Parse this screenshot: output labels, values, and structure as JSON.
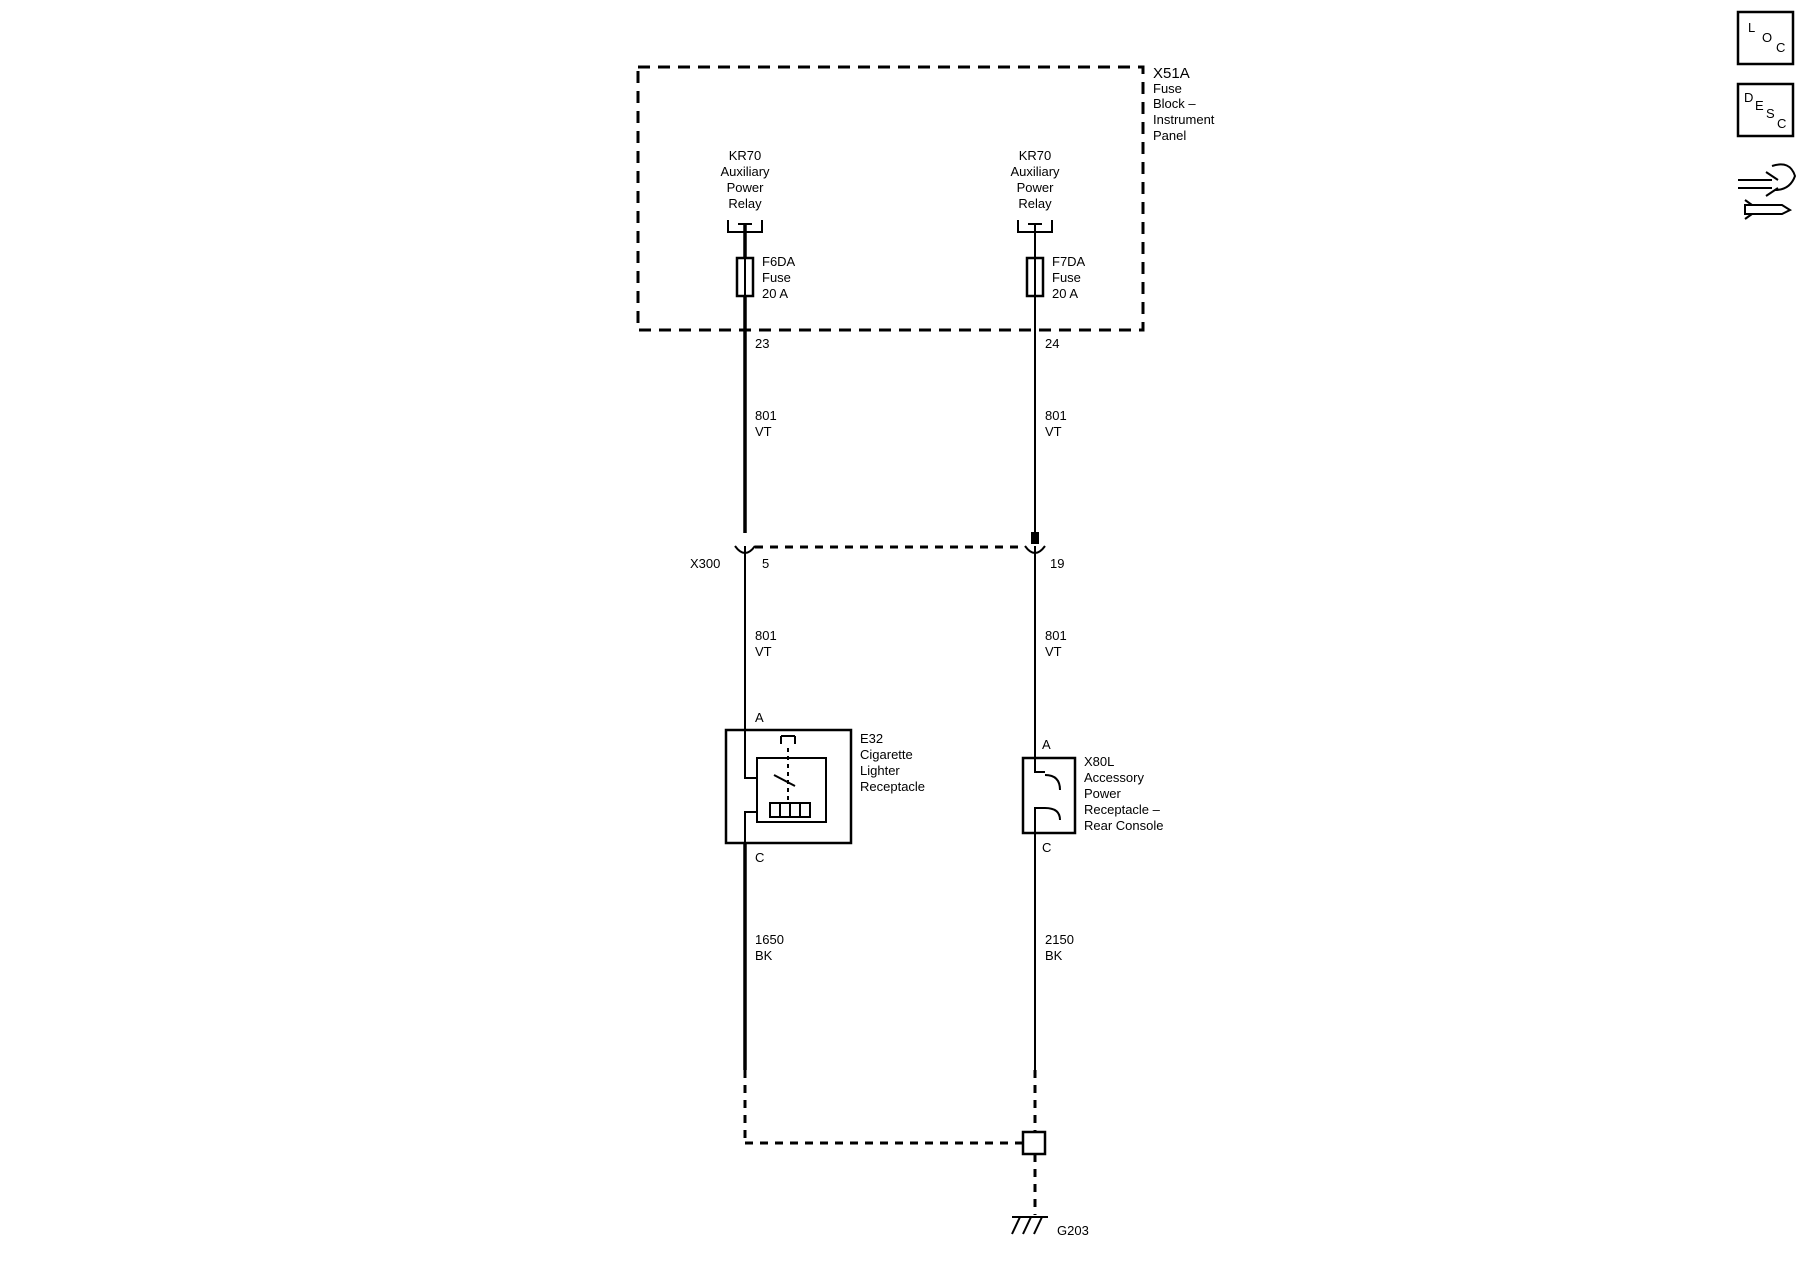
{
  "fuse_block": {
    "id": "X51A",
    "line1": "Fuse",
    "line2": "Block –",
    "line3": "Instrument",
    "line4": "Panel"
  },
  "left_circuit": {
    "relay": [
      "KR70",
      "Auxiliary",
      "Power",
      "Relay"
    ],
    "fuse": [
      "F6DA",
      "Fuse",
      "20 A"
    ],
    "cavity": "23",
    "wire1": [
      "801",
      "VT"
    ],
    "connector_pin": "5",
    "wire2": [
      "801",
      "VT"
    ],
    "pin_a": "A",
    "pin_c": "C",
    "component": [
      "E32",
      "Cigarette",
      "Lighter",
      "Receptacle"
    ],
    "wire3": [
      "1650",
      "BK"
    ]
  },
  "right_circuit": {
    "relay": [
      "KR70",
      "Auxiliary",
      "Power",
      "Relay"
    ],
    "fuse": [
      "F7DA",
      "Fuse",
      "20 A"
    ],
    "cavity": "24",
    "wire1": [
      "801",
      "VT"
    ],
    "connector_pin": "19",
    "wire2": [
      "801",
      "VT"
    ],
    "pin_a": "A",
    "pin_c": "C",
    "component": [
      "X80L",
      "Accessory",
      "Power",
      "Receptacle –",
      "Rear Console"
    ],
    "wire3": [
      "2150",
      "BK"
    ]
  },
  "connector": {
    "id": "X300"
  },
  "ground": {
    "id": "G203"
  },
  "nav": {
    "loc": {
      "l1": "L",
      "l2": "O",
      "l3": "C"
    },
    "desc": {
      "l1": "D",
      "l2": "E",
      "l3": "S",
      "l4": "C"
    },
    "connector_icon": "connector-repair-icon"
  }
}
